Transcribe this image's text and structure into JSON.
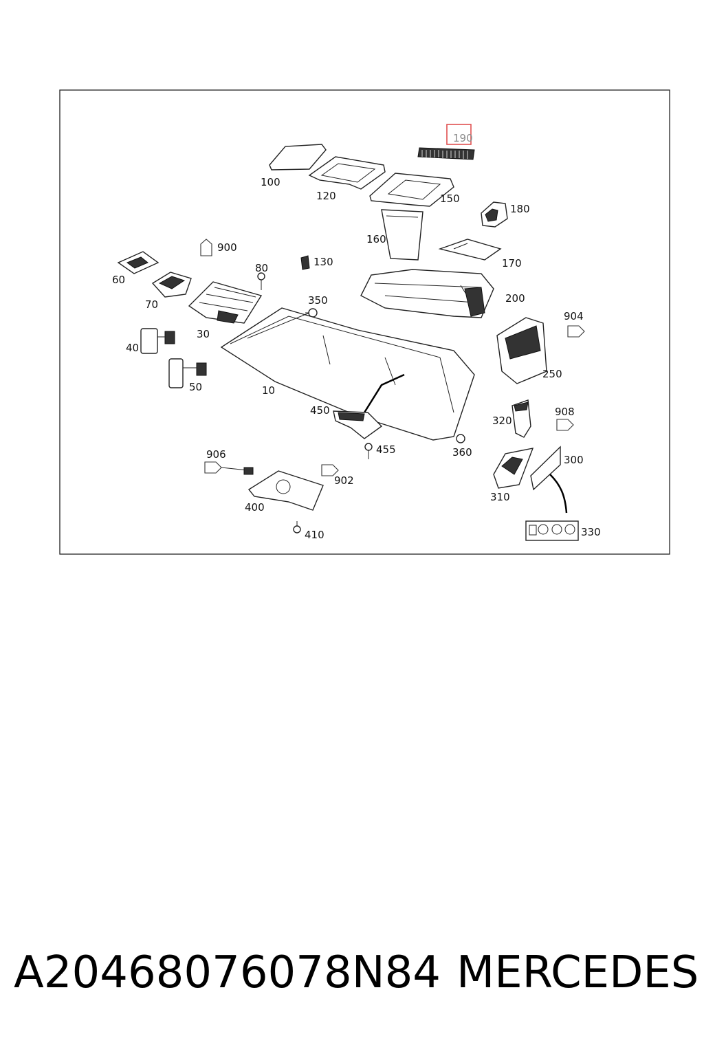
{
  "diagram": {
    "highlighted_part": "190",
    "part_labels": {
      "p10": "10",
      "p30": "30",
      "p40": "40",
      "p50": "50",
      "p60": "60",
      "p70": "70",
      "p80": "80",
      "p100": "100",
      "p120": "120",
      "p130": "130",
      "p150": "150",
      "p160": "160",
      "p170": "170",
      "p180": "180",
      "p190": "190",
      "p200": "200",
      "p250": "250",
      "p300": "300",
      "p310": "310",
      "p320": "320",
      "p330": "330",
      "p350": "350",
      "p360": "360",
      "p400": "400",
      "p410": "410",
      "p450": "450",
      "p455": "455",
      "p900": "900",
      "p902": "902",
      "p904": "904",
      "p906": "906",
      "p908": "908"
    },
    "highlight_color": "#e05050"
  },
  "caption": {
    "part_number": "A20468076078N84",
    "brand": "MERCEDES"
  }
}
